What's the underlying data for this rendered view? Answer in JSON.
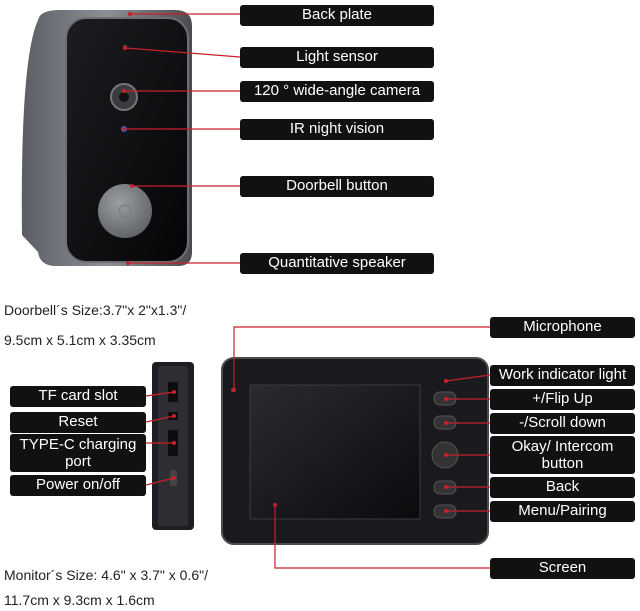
{
  "doorbell_labels": {
    "back_plate": "Back plate",
    "light_sensor": "Light sensor",
    "camera": "120 ° wide-angle camera",
    "ir_night_vision": "IR night vision",
    "doorbell_button": "Doorbell button",
    "speaker": "Quantitative speaker"
  },
  "doorbell_size": {
    "line1": "Doorbell´s Size:3.7\"x 2\"x1.3\"/",
    "line2": "9.5cm x 5.1cm x 3.35cm"
  },
  "monitor_labels": {
    "microphone": "Microphone",
    "work_indicator": "Work indicator light",
    "flip_up": "+/Flip Up",
    "scroll_down": "-/Scroll down",
    "okay_intercom": "Okay/ Intercom button",
    "back": "Back",
    "menu_pairing": "Menu/Pairing",
    "screen": "Screen"
  },
  "side_labels": {
    "tf_card": "TF card slot",
    "reset": "Reset",
    "type_c": "TYPE-C charging port",
    "power": "Power on/off"
  },
  "monitor_size": {
    "line1": "Monitor´s Size: 4.6\" x 3.7\" x 0.6\"/",
    "line2": "11.7cm x 9.3cm x 1.6cm"
  },
  "colors": {
    "leader": "#c8202a",
    "label_bg": "#111111",
    "device": "#2a2a2e"
  }
}
